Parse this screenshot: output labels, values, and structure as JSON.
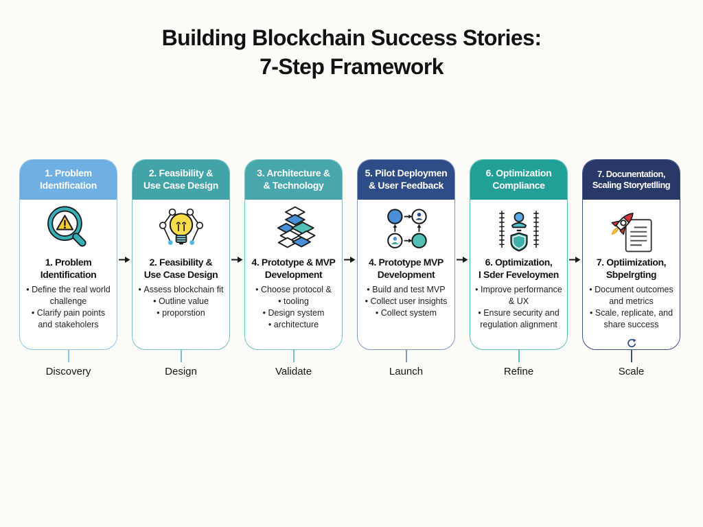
{
  "page": {
    "background": "#FDFCF8",
    "arrow_color": "#1A1A1A"
  },
  "title": {
    "line1": "Building Blockchain Success Stories:",
    "line2": "7-Step Framework"
  },
  "steps": [
    {
      "header_line1": "1. Problem",
      "header_line2": "Identification",
      "icon": "magnifier-warning-icon",
      "title_line1": "1. Problem",
      "title_line2": "Identification",
      "bullets": [
        "Define the real world challenge",
        "Clarify pain points and stakeholers"
      ],
      "phase": "Discovery",
      "header_bg": "#6FAFE1",
      "border": "#8FC4E8"
    },
    {
      "header_line1": "2. Feasibility &",
      "header_line2": "Use Case Design",
      "icon": "idea-network-icon",
      "title_line1": "2. Feasibility &",
      "title_line2": "Use Case Design",
      "bullets": [
        "Assess blockchain fit",
        "Outline value",
        "proporstion"
      ],
      "phase": "Design",
      "header_bg": "#43A4A8",
      "border": "#74C4C6"
    },
    {
      "header_line1": "3. Architecture &",
      "header_line2": "& Technology",
      "icon": "layers-icon",
      "title_line1": "4. Prototype & MVP",
      "title_line2": "Development",
      "bullets": [
        "Choose protocol &",
        "tooling",
        "Design system",
        "architecture"
      ],
      "phase": "Validate",
      "header_bg": "#48A7AD",
      "border": "#74C4C6"
    },
    {
      "header_line1": "5. Pilot Deploymen",
      "header_line2": "& User Feedback",
      "icon": "user-cycle-icon",
      "title_line1": "4. Prototype MVP",
      "title_line2": "Development",
      "bullets": [
        "Build and test MVP",
        "Collect user insights",
        "Collect system"
      ],
      "phase": "Launch",
      "header_bg": "#2E4C85",
      "border": "#7E99C0"
    },
    {
      "header_line1": "6. Optimization",
      "header_line2": "Compliance",
      "icon": "shield-user-icon",
      "title_line1": "6. Optimization,",
      "title_line2": "I Sder Feveloymen",
      "bullets": [
        "Improve performance & UX",
        "Ensure security and regulation alignment"
      ],
      "phase": "Refine",
      "header_bg": "#23A096",
      "border": "#5FBFB8"
    },
    {
      "header_line1": "7. Docunentation,",
      "header_line2": "Scaling Storytetlling",
      "icon": "rocket-document-icon",
      "title_line1": "7. Optiimization,",
      "title_line2": "Sbpelrgting",
      "bullets": [
        "Document outcomes and metrics",
        "Scale, replicate, and share success"
      ],
      "phase": "Scale",
      "header_bg": "#283968",
      "border": "#3D5186",
      "footer_icon": "refresh-icon"
    }
  ]
}
